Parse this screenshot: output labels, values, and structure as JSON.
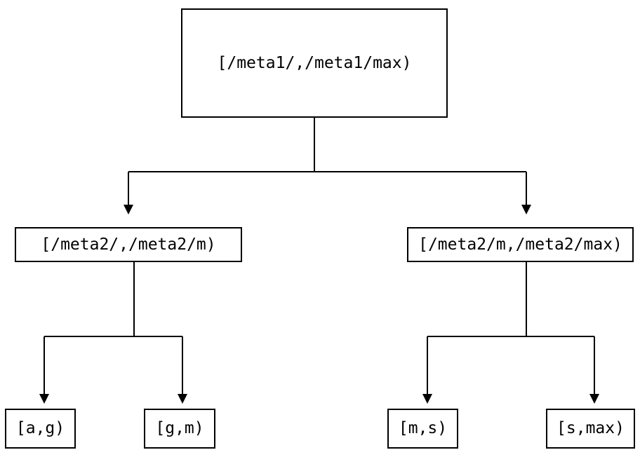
{
  "diagram": {
    "type": "tree",
    "title": "",
    "background_color": "#ffffff",
    "line_color": "#000000",
    "text_color": "#000000",
    "nodes": {
      "root": {
        "label": "[/meta1/,/meta1/max)"
      },
      "level2": [
        {
          "label": "[/meta2/,/meta2/m)"
        },
        {
          "label": "[/meta2/m,/meta2/max)"
        }
      ],
      "leaves": [
        {
          "label": "[a,g)"
        },
        {
          "label": "[g,m)"
        },
        {
          "label": "[m,s)"
        },
        {
          "label": "[s,max)"
        }
      ]
    },
    "edges": [
      {
        "from": "root",
        "to": "level2-left",
        "arrow": "filled-triangle-down"
      },
      {
        "from": "root",
        "to": "level2-right",
        "arrow": "filled-triangle-down"
      },
      {
        "from": "level2-left",
        "to": "leaf-a-g",
        "arrow": "filled-triangle-down"
      },
      {
        "from": "level2-left",
        "to": "leaf-g-m",
        "arrow": "filled-triangle-down"
      },
      {
        "from": "level2-right",
        "to": "leaf-m-s",
        "arrow": "filled-triangle-down"
      },
      {
        "from": "level2-right",
        "to": "leaf-s-max",
        "arrow": "filled-triangle-down"
      }
    ]
  }
}
